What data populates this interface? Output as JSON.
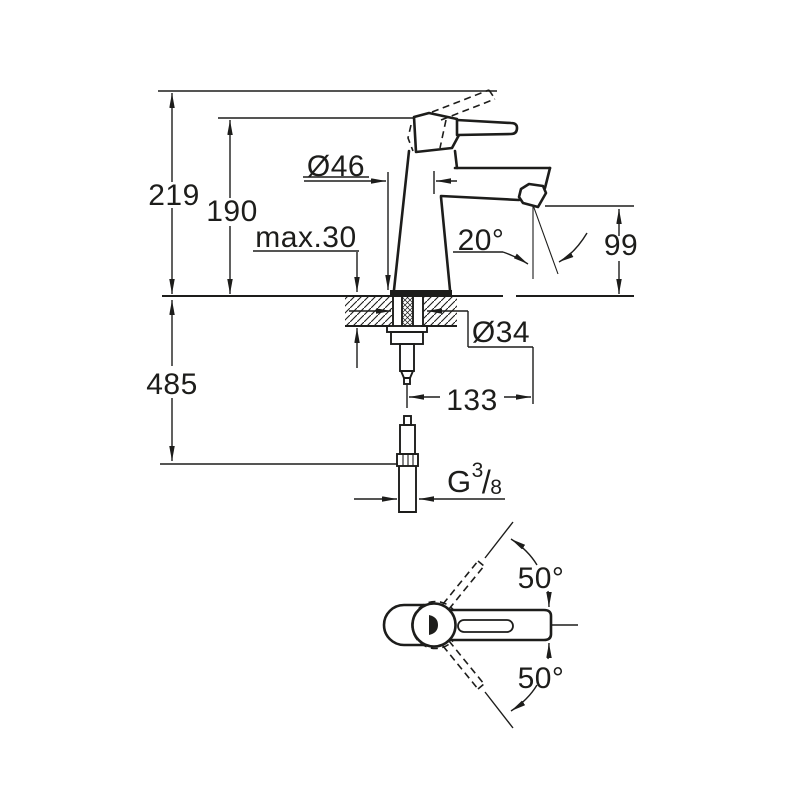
{
  "page": {
    "background": "#ffffff",
    "line_color": "#1d1d1b"
  },
  "drawing": {
    "kind": "faucet-installation-dimension-drawing",
    "side_view": {
      "total_height": "219",
      "height_to_lever": "190",
      "body_diameter": "Ø46",
      "max_deck_thickness": "max.30",
      "spout_angle": "20°",
      "spout_height": "99",
      "hose_length": "485",
      "hole_diameter": "Ø34",
      "spout_projection": "133",
      "thread": {
        "prefix": "G",
        "numerator": "3",
        "slash": "/",
        "denominator": "8"
      }
    },
    "top_view": {
      "lever_swing_up": "50°",
      "lever_swing_down": "50°"
    }
  }
}
